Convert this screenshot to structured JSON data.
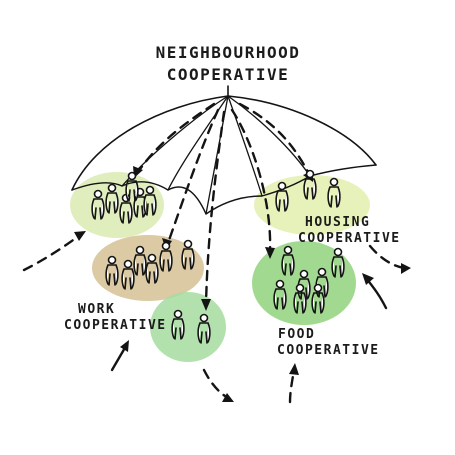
{
  "title": {
    "line1": "NEIGHBOURHOOD",
    "line2": "COOPERATIVE"
  },
  "labels": {
    "housing_line1": "HOUSING",
    "housing_line2": "COOPERATIVE",
    "work_line1": "WORK",
    "work_line2": "COOPERATIVE",
    "food_line1": "FOOD",
    "food_line2": "COOPERATIVE"
  },
  "colors": {
    "light_lime": "#dbeab0",
    "tan": "#d8c49a",
    "mint_green": "#a6dca0",
    "pale_yellow_green": "#e4f0b2",
    "grass_green": "#92d27c",
    "ink": "#141414"
  },
  "icons": [
    "umbrella",
    "people-figures",
    "dashed-arrows"
  ]
}
